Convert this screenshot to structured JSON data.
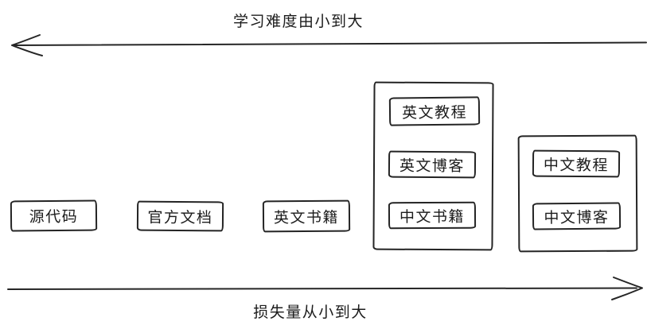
{
  "axes": {
    "top_label": "学习难度由小到大",
    "bottom_label": "损失量从小到大"
  },
  "boxes": {
    "source_code": "源代码",
    "official_docs": "官方文档",
    "english_books": "英文书籍",
    "english_tutorials": "英文教程",
    "english_blogs": "英文博客",
    "chinese_books": "中文书籍",
    "chinese_tutorials": "中文教程",
    "chinese_blogs": "中文博客"
  },
  "colors": {
    "ink": "#262626",
    "background": "#ffffff"
  }
}
